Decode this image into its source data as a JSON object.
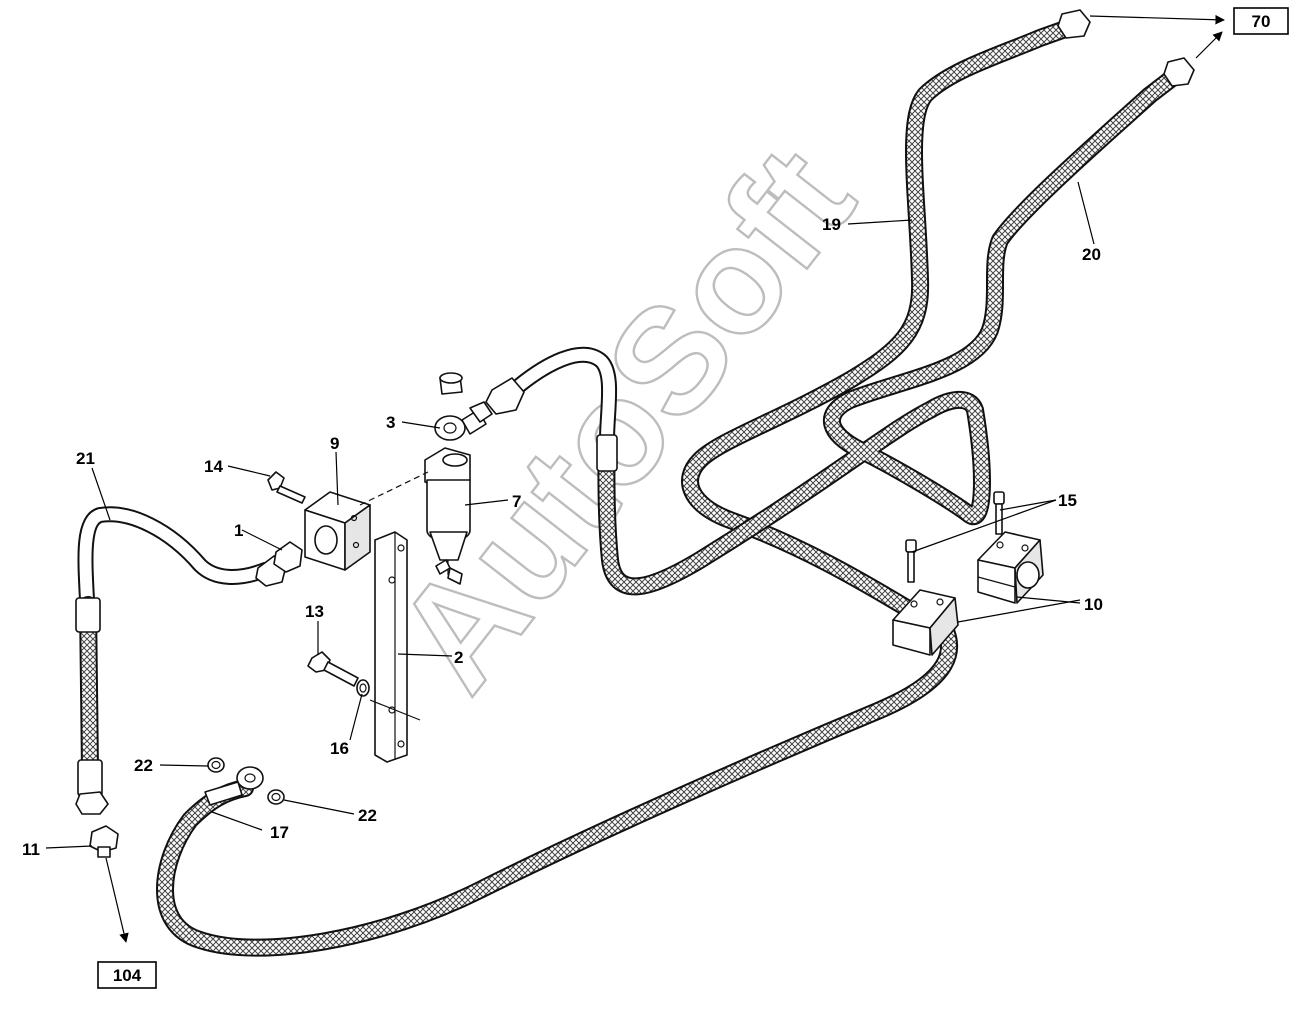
{
  "callouts": {
    "c1": "1",
    "c2": "2",
    "c3": "3",
    "c7": "7",
    "c9": "9",
    "c10": "10",
    "c11": "11",
    "c13": "13",
    "c14": "14",
    "c15": "15",
    "c16": "16",
    "c17": "17",
    "c19": "19",
    "c20": "20",
    "c21": "21",
    "c22a": "22",
    "c22b": "22"
  },
  "references": {
    "top_right": "70",
    "bottom_left": "104"
  },
  "watermark": "AutoSoft",
  "colors": {
    "line": "#111111",
    "watermark": "#bdbdbd"
  }
}
